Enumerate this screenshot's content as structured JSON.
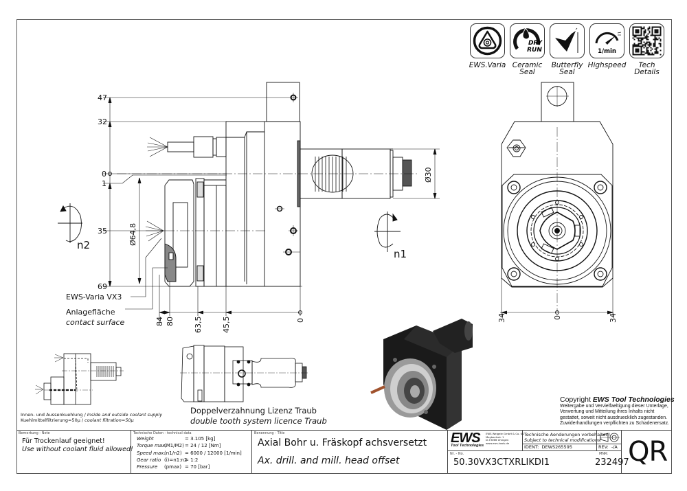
{
  "icons": [
    {
      "name": "ews-varia-icon",
      "caption_line1": "EWS.Varia",
      "caption_line2": ""
    },
    {
      "name": "ceramic-seal-icon",
      "caption_line1": "Ceramic",
      "caption_line2": "Seal",
      "badge_line1": "DRY",
      "badge_line2": "RUN"
    },
    {
      "name": "butterfly-seal-icon",
      "caption_line1": "Butterfly",
      "caption_line2": "Seal"
    },
    {
      "name": "highspeed-icon",
      "caption_line1": "Highspeed",
      "caption_line2": "",
      "badge": "1/min"
    },
    {
      "name": "qr-code-icon",
      "caption_line1": "Tech",
      "caption_line2": "Details"
    }
  ],
  "side_view": {
    "height_dims": [
      "47",
      "32",
      "0",
      "1",
      "35",
      "69"
    ],
    "diameter_body": "Ø64,8",
    "diameter_shank": "Ø30",
    "bottom_dims": [
      "84",
      "80",
      "63,5",
      "45,5",
      "0"
    ],
    "rotation_n2": "n2",
    "rotation_n1": "n1",
    "callout_varia": "EWS-Varia VX3",
    "callout_contact_de": "Anlagefläche",
    "callout_contact_en": "contact surface"
  },
  "front_view": {
    "bottom_dims": [
      "34",
      "0",
      "34"
    ]
  },
  "coolant_note": {
    "line1_de": "Innen- und Aussenkuehlung / ",
    "line1_en": "Inside and outside coolant supply",
    "line2_de": "Kuehlmittelfiltrierung=50µ / ",
    "line2_en": "coolant filtration=50µ"
  },
  "double_tooth": {
    "line_de": "Doppelverzahnung Lizenz Traub",
    "line_en": "double tooth system licence Traub"
  },
  "copyright": {
    "prefix": "Copyright ",
    "brand": "EWS Tool Technologies",
    "lines": [
      "Weitergabe und Vervielfaeltigung dieser Unterlage,",
      "Verwertung und Mitteilung ihres Inhalts nicht",
      "gestattet, soweit nicht ausdruecklich zugestanden.",
      "Zuwiderhandlungen verpflichten zu Schadenersatz."
    ]
  },
  "title_block": {
    "note_header": "Bemerkung - Note",
    "note_de": "Für Trockenlauf geeignet!",
    "note_en": "Use without coolant fluid allowed!",
    "tech_header": "Technische Daten - technical data",
    "tech_rows": [
      {
        "label": "Weight",
        "sym": "",
        "value": "= 3.105  [kg]"
      },
      {
        "label": "Torque max.",
        "sym": "(M1/M2)",
        "value": "=  24 / 12 [Nm]"
      },
      {
        "label": "Speed max.",
        "sym": "(n1/n2)",
        "value": "=  6000 / 12000 [1/min]"
      },
      {
        "label": "Gear ratio",
        "sym": "(i)=n1:n2",
        "value": "=  1:2"
      },
      {
        "label": "Pressure",
        "sym": "(pmax)",
        "value": "=  70 [bar]"
      }
    ],
    "title_header": "Benennung - Title",
    "title_de": "Axial Bohr u. Fräskopf achsversetzt",
    "title_en": "Ax. drill. and mill. head offset",
    "logo_text": "EWS",
    "logo_sub": "Tool Technologies",
    "address_lines": [
      "EWS Weigele GmbH & Co. KG",
      "Maybachstr. 1",
      "D-73066 Uhingen",
      "www.ews-tools.de"
    ],
    "changes_de": "Technische Aenderungen vorbehalten!",
    "changes_en": "Subject to technical modifications!",
    "ident_label": "IDENT:",
    "ident_value": "DEWS265595",
    "rev_label": "REV:",
    "rev_value": "-/A",
    "nr_header": "Nr. - No.",
    "part_number": "50.30VX3CTXRLIKDI1",
    "mnr_header": "MNR:",
    "mnr_value": "232497",
    "qr_text": "QR"
  }
}
